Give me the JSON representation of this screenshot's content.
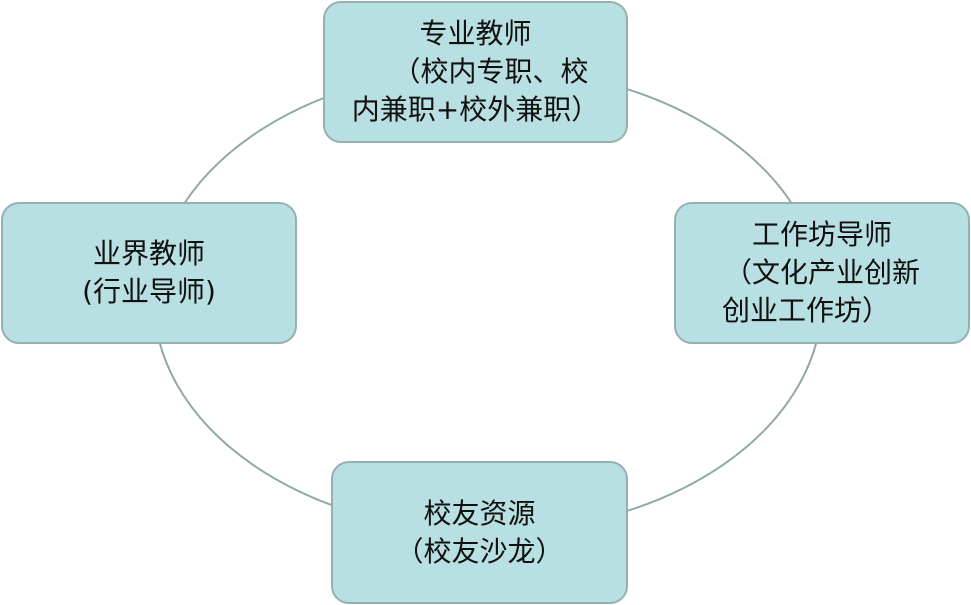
{
  "colors": {
    "node_fill": "#b8dfe1",
    "node_border": "#95b0b1",
    "ring": "#8fa9a6"
  },
  "nodes": {
    "top": {
      "lines": [
        "专业教师",
        "（校内专职、校",
        "内兼职+校外兼职）"
      ]
    },
    "right": {
      "lines": [
        "工作坊导师",
        "（文化产业创新",
        "创业工作坊）"
      ]
    },
    "bottom": {
      "lines": [
        "校友资源",
        "（校友沙龙）"
      ]
    },
    "left": {
      "lines": [
        "业界教师",
        "(行业导师)"
      ]
    }
  }
}
